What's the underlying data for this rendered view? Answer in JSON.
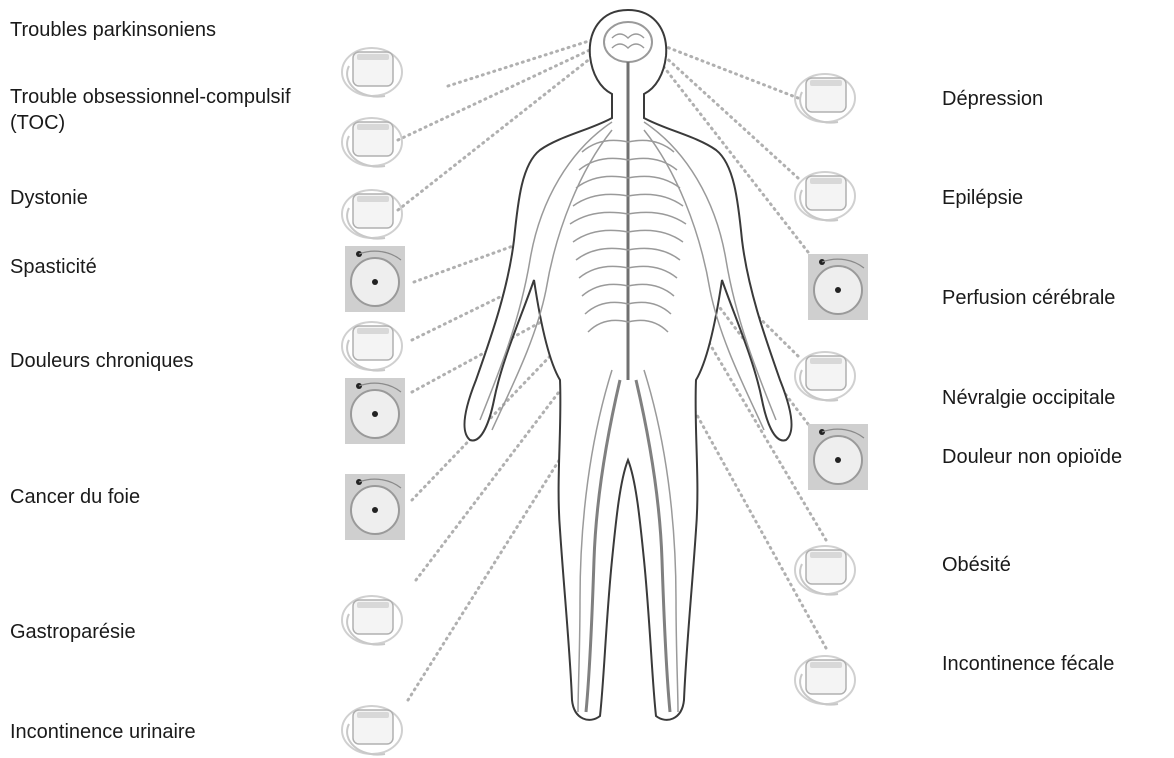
{
  "figure": {
    "conditions_left": [
      {
        "label": "Troubles parkinsoniens",
        "device": "neurostimulator-icon"
      },
      {
        "label": "Trouble obsessionnel-compulsif (TOC)",
        "device": "neurostimulator-icon"
      },
      {
        "label": "Dystonie",
        "device": "neurostimulator-icon"
      },
      {
        "label": "Spasticité",
        "device": "drug-pump-icon"
      },
      {
        "label": "Douleurs chroniques",
        "device": "neurostimulator-icon"
      },
      {
        "label": "Cancer du foie",
        "device": "drug-pump-icon"
      },
      {
        "label": "Gastroparésie",
        "device": "neurostimulator-icon"
      },
      {
        "label": "Incontinence urinaire",
        "device": "neurostimulator-icon"
      }
    ],
    "conditions_right": [
      {
        "label": "Dépression",
        "device": "neurostimulator-icon"
      },
      {
        "label": "Epilépsie",
        "device": "neurostimulator-icon"
      },
      {
        "label": "Perfusion cérébrale",
        "device": "drug-pump-icon"
      },
      {
        "label": "Névralgie occipitale",
        "device": "neurostimulator-icon"
      },
      {
        "label": "Douleur non opioïde",
        "device": "drug-pump-icon"
      },
      {
        "label": "Obésité",
        "device": "neurostimulator-icon"
      },
      {
        "label": "Incontinence fécale",
        "device": "neurostimulator-icon"
      }
    ],
    "colors": {
      "text": "#1a1a1a",
      "body_outline": "#3a3a3a",
      "nerves": "#9a9a9a",
      "dotted_leader": "#b0b0b0",
      "device": "#c8c8c8"
    }
  }
}
